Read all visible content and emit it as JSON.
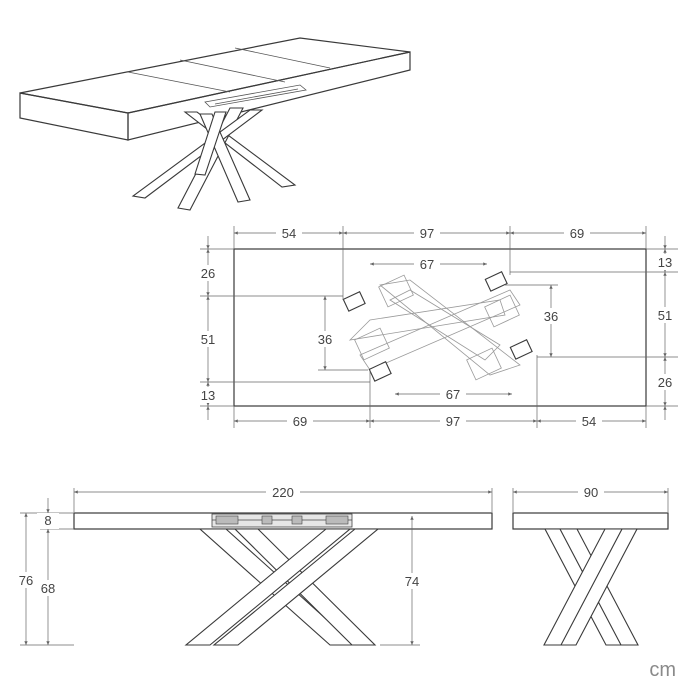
{
  "unit": "cm",
  "top_view": {
    "top_dims": [
      "54",
      "97",
      "69"
    ],
    "bottom_dims": [
      "69",
      "97",
      "54"
    ],
    "left_dims": [
      "26",
      "51",
      "13"
    ],
    "right_dims": [
      "13",
      "51",
      "26"
    ],
    "inner_top": "67",
    "inner_bottom": "67",
    "inner_left": "36",
    "inner_right": "36"
  },
  "front_view": {
    "length": "220",
    "top_thickness": "8",
    "total_height": "76",
    "under_top_height": "68",
    "mechanism_height": "74"
  },
  "side_view": {
    "width": "90"
  }
}
